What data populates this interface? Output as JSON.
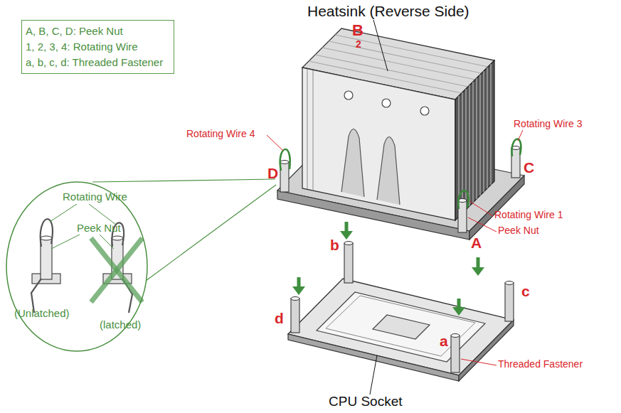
{
  "diagram": {
    "nodes": [
      {
        "text": [
          "A, B, C, D: Peek Nut",
          "1, 2, 3, 4: Rotating Wire",
          "a, b, c, d: Threaded Fastener"
        ]
      },
      {
        "text": [
          "Rotating Wire",
          "Peek Nut",
          "(Unlatched)",
          "(latched)"
        ]
      }
    ],
    "labels": [
      "Heatsink (Reverse Side)",
      "B",
      "2",
      "Rotating Wire 4",
      "Rotating Wire 3",
      "D",
      "C",
      "Rotating Wire 1",
      "Peek Nut",
      "A",
      "b",
      "c",
      "d",
      "a",
      "Threaded Fastener",
      "CPU Socket"
    ]
  }
}
